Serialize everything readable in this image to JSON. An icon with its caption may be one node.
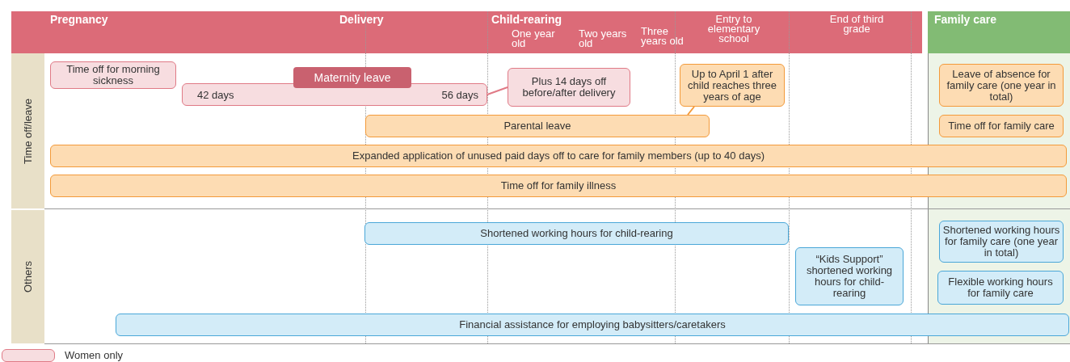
{
  "diagram": {
    "nodes": [
      {
        "text": [
          "Time off/leave"
        ]
      },
      {
        "text": [
          "Time off for morning sickness"
        ]
      },
      {
        "text": [
          "Maternity leave",
          "42 days",
          "56 days"
        ]
      },
      {
        "text": [
          "Plus 14 days off before/after delivery"
        ]
      },
      {
        "text": [
          "Up to April 1 after child reaches three years of age"
        ]
      },
      {
        "text": [
          "Parental leave"
        ]
      },
      {
        "text": [
          "Leave of absence for family care (one year in total)"
        ]
      },
      {
        "text": [
          "Time off for family care"
        ]
      },
      {
        "text": [
          "Expanded application of unused paid days off to care for family members (up to 40 days)"
        ]
      },
      {
        "text": [
          "Time off for family illness"
        ]
      },
      {
        "text": [
          "Others"
        ]
      },
      {
        "text": [
          "Shortened working hours for child-rearing"
        ]
      },
      {
        "text": [
          "Shortened working hours for family care (one year in total)"
        ]
      },
      {
        "text": [
          "“Kids Support” shortened working hours for child-rearing"
        ]
      },
      {
        "text": [
          "Flexible working hours for family care"
        ]
      },
      {
        "text": [
          "Financial assistance for employing babysitters/caretakers"
        ]
      }
    ],
    "edges": [
      {
        "from": 3,
        "to": 2,
        "arrow": "none"
      },
      {
        "from": 4,
        "to": 5,
        "arrow": "none"
      }
    ],
    "labels": [
      "Pregnancy",
      "Delivery",
      "Child-rearing",
      "One year old",
      "Two years old",
      "Three years old",
      "Entry to elementary school",
      "End of third grade",
      "Family care"
    ],
    "legend": [
      {
        "text": "Women only",
        "color": "#f7dde0"
      }
    ]
  }
}
